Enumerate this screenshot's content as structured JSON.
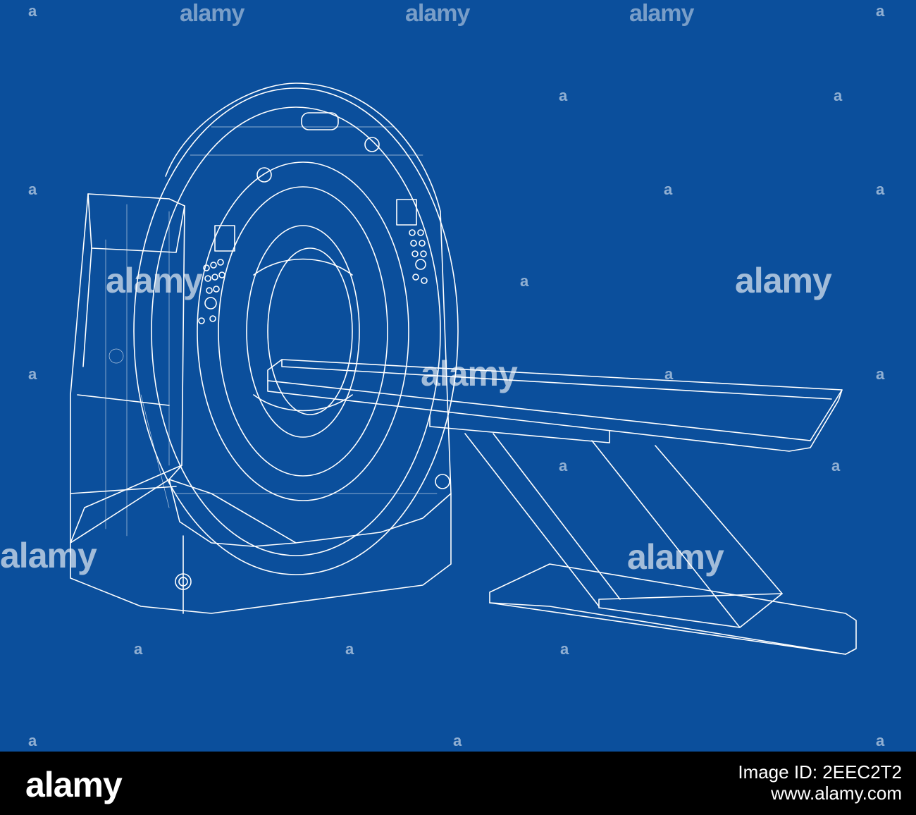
{
  "watermarks": {
    "brand": "alamy",
    "small_mark": "a"
  },
  "footer": {
    "brand": "alamy",
    "image_id": "Image ID: 2EEC2T2",
    "url": "www.alamy.com"
  },
  "colors": {
    "background": "#0b4f9c",
    "lines": "#ffffff",
    "footer": "#000000"
  }
}
